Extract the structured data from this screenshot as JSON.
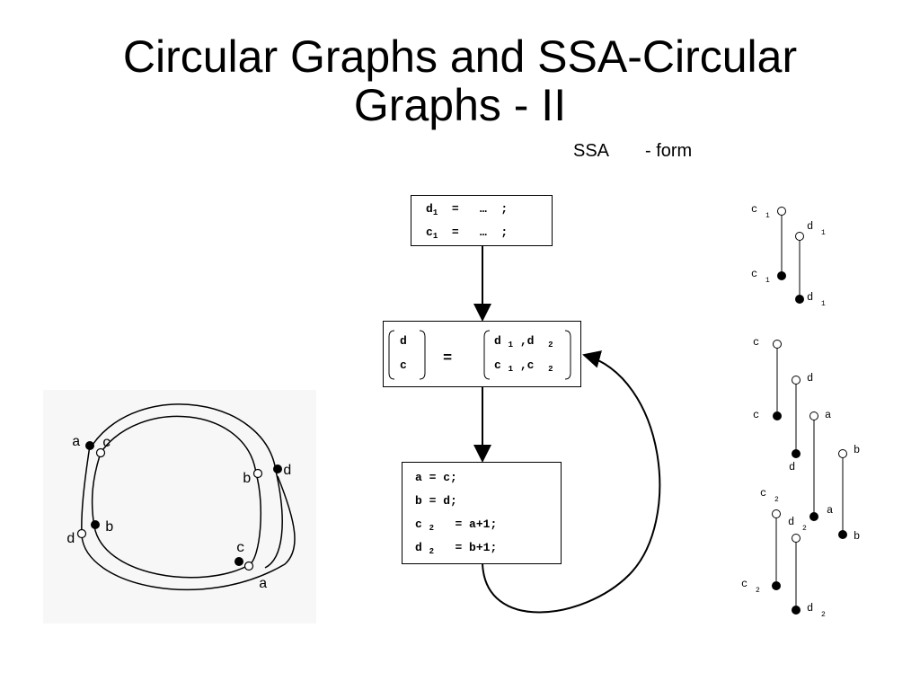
{
  "slide": {
    "title_line1": "Circular Graphs and SSA-Circular",
    "title_line2": "Graphs - II",
    "ssa_label": "SSA",
    "form_label": "- form"
  },
  "cfg": {
    "entry_block": [
      {
        "var": "d",
        "sub": "1",
        "rhs": "=   …  ;"
      },
      {
        "var": "c",
        "sub": "1",
        "rhs": "=   …  ;"
      }
    ],
    "phi_block": {
      "lhs": [
        "d",
        "c"
      ],
      "eq": "=",
      "rhs": [
        {
          "a": "d",
          "as": "1",
          "b": ",d",
          "bs": "2"
        },
        {
          "a": "c",
          "as": "1",
          "b": ",c",
          "bs": "2"
        }
      ]
    },
    "loop_block": [
      {
        "text": "a = c;"
      },
      {
        "text": "b = d;"
      },
      {
        "var": "c",
        "sub": "2",
        "rhs": "= a+1;"
      },
      {
        "var": "d",
        "sub": "2",
        "rhs": "= b+1;"
      }
    ]
  },
  "circle_graph": {
    "labels": [
      "a",
      "c",
      "b",
      "d",
      "d",
      "b",
      "c",
      "a"
    ]
  },
  "intervals": {
    "group1": [
      "c",
      "1",
      "d",
      "1",
      "c",
      "1",
      "d",
      "1"
    ],
    "group2": [
      "c",
      "d",
      "c",
      "a",
      "b",
      "d",
      "c",
      "2",
      "d",
      "2",
      "a",
      "b",
      "c",
      "2",
      "d",
      "2"
    ]
  }
}
